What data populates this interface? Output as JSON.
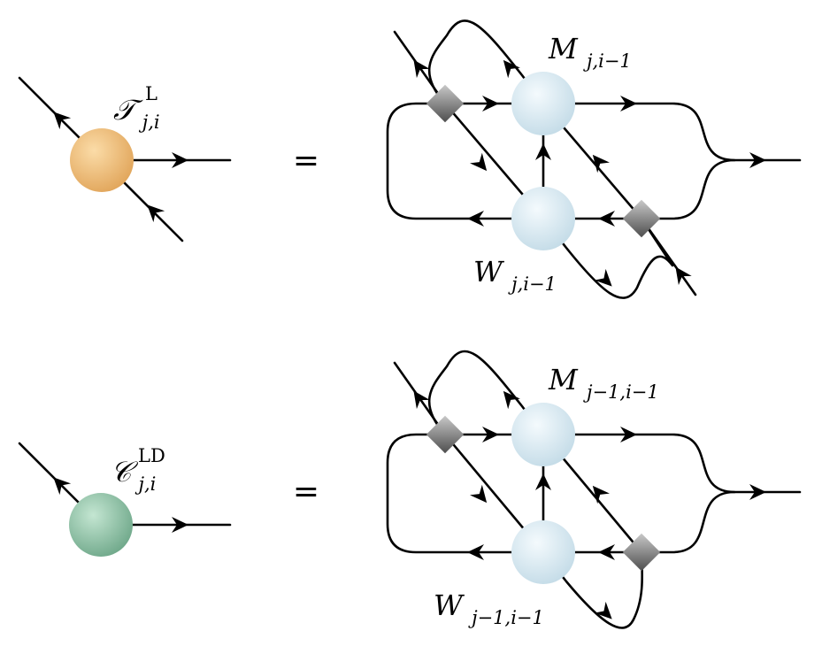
{
  "equations": [
    {
      "lhs": {
        "label_base": "𝒯",
        "label_sub": "j,i",
        "label_sup": "L",
        "color": "#f0c17e"
      },
      "equals": "=",
      "rhs": {
        "top_label_base": "M",
        "top_label_sub": "j,i−1",
        "bottom_label_base": "W",
        "bottom_label_sub": "j,i−1"
      }
    },
    {
      "lhs": {
        "label_base": "𝒞",
        "label_sub": "j,i",
        "label_sup": "LD",
        "color": "#8fc4a8"
      },
      "equals": "=",
      "rhs": {
        "top_label_base": "M",
        "top_label_sub": "j−1,i−1",
        "bottom_label_base": "W",
        "bottom_label_sub": "j−1,i−1"
      }
    }
  ],
  "colors": {
    "tensor_T": "#f0c17e",
    "tensor_C": "#8fc4a8",
    "tensor_MW": "#dcecf4",
    "diamond": "#7a7a7a",
    "wire": "#000000"
  }
}
